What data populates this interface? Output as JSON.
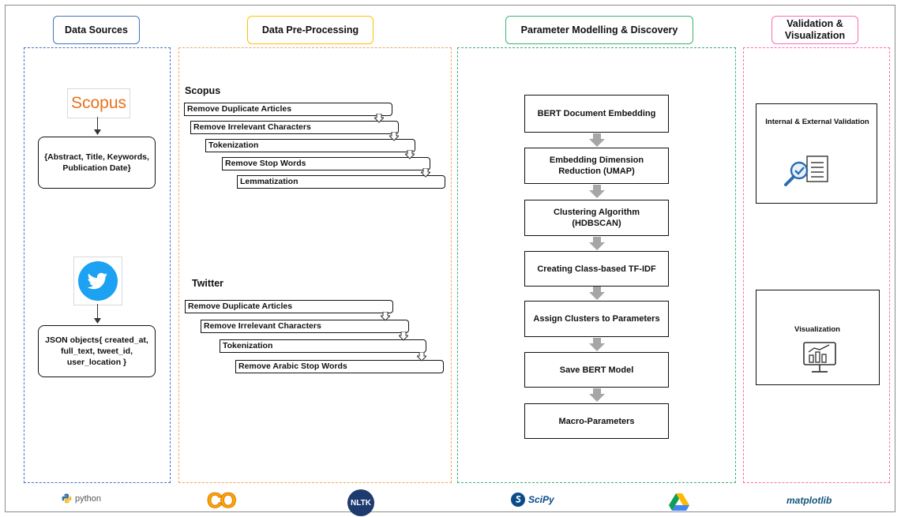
{
  "headers": {
    "data_sources": "Data Sources",
    "preprocessing": "Data Pre-Processing",
    "modelling": "Parameter Modelling & Discovery",
    "validation": "Validation & Visualization"
  },
  "sources": {
    "scopus_logo": "Scopus",
    "scopus_fields": "{Abstract, Title, Keywords, Publication Date}",
    "twitter_icon": "twitter-bird",
    "twitter_fields": "JSON objects{ created_at, full_text, tweet_id, user_location }"
  },
  "preprocessing": {
    "scopus_title": "Scopus",
    "scopus_steps": [
      "Remove Duplicate Articles",
      "Remove Irrelevant Characters",
      "Tokenization",
      "Remove Stop Words",
      "Lemmatization"
    ],
    "twitter_title": "Twitter",
    "twitter_steps": [
      "Remove Duplicate Articles",
      "Remove Irrelevant Characters",
      "Tokenization",
      "Remove  Arabic Stop Words"
    ]
  },
  "modelling": {
    "steps": [
      "BERT Document Embedding",
      "Embedding Dimension Reduction (UMAP)",
      "Clustering Algorithm (HDBSCAN)",
      "Creating Class-based TF-IDF",
      "Assign Clusters to Parameters",
      "Save BERT Model",
      "Macro-Parameters"
    ]
  },
  "validation": {
    "internal": "Internal & External Validation",
    "visualization": "Visualization"
  },
  "tools": {
    "python": "python",
    "colab": "CO",
    "nltk": "NLTK",
    "scipy": "SciPy",
    "matplotlib": "matplotlib"
  },
  "colors": {
    "blue": "#4472c4",
    "orange": "#f4a460",
    "yellow": "#ffc000",
    "green": "#3cb371",
    "pink": "#ff69b4",
    "scopus_orange": "#e9711c",
    "twitter_blue": "#1da1f2",
    "arrow_gray": "#a6a6a6"
  }
}
